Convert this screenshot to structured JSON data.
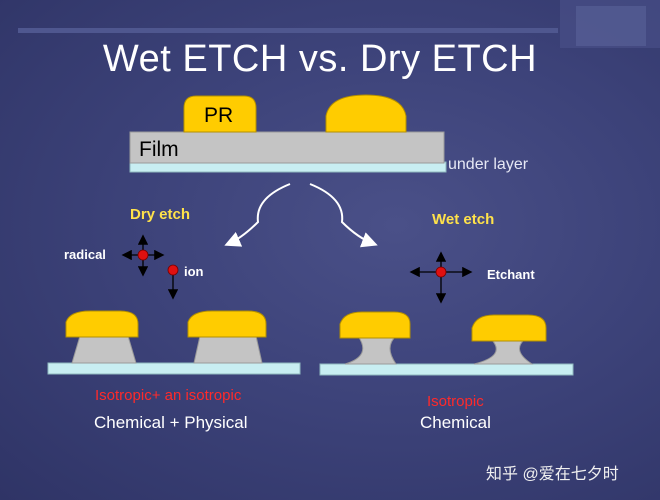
{
  "title": "Wet ETCH vs. Dry ETCH",
  "stack": {
    "pr_label": "PR",
    "film_label": "Film",
    "under_layer_label": "under layer"
  },
  "dry": {
    "heading": "Dry etch",
    "radical_label": "radical",
    "ion_label": "ion",
    "profile_line1": "Isotropic+ an isotropic",
    "profile_line2": "Chemical + Physical"
  },
  "wet": {
    "heading": "Wet etch",
    "etchant_label": "Etchant",
    "profile_line1": "Isotropic",
    "profile_line2": "Chemical"
  },
  "watermark": "知乎 @爱在七夕时",
  "colors": {
    "pr": "#ffcc00",
    "film": "#c0c0c0",
    "under_layer": "#c8eef2",
    "particle": "#e01010",
    "heading": "#ffe24a",
    "isotropic_text": "#ff2a2a"
  }
}
